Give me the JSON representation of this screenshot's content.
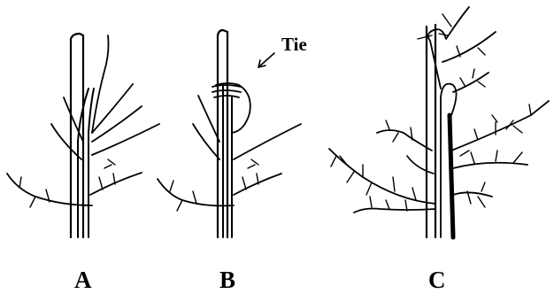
{
  "labels": {
    "panel_a": "A",
    "panel_b": "B",
    "panel_c": "C",
    "tie": "Tie"
  },
  "colors": {
    "stroke": "#000000",
    "background": "#ffffff"
  }
}
